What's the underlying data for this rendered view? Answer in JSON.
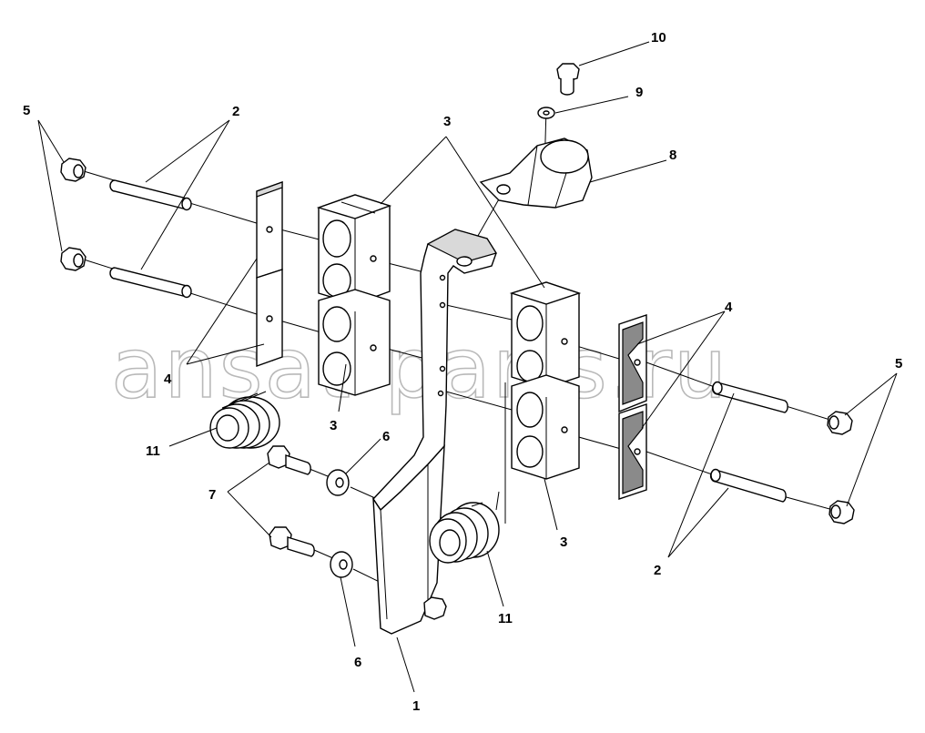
{
  "watermark": "ansat-parts.ru",
  "callouts": {
    "c1": "1",
    "c2a": "2",
    "c2b": "2",
    "c3a": "3",
    "c3b": "3",
    "c3c": "3",
    "c4a": "4",
    "c4b": "4",
    "c5a": "5",
    "c5b": "5",
    "c6a": "6",
    "c6b": "6",
    "c7": "7",
    "c8": "8",
    "c9": "9",
    "c10": "10",
    "c11a": "11",
    "c11b": "11"
  },
  "colors": {
    "line": "#000000",
    "watermark": "#b9b9b9",
    "shade": "#d9d9d9",
    "dark": "#8a8a8a"
  }
}
